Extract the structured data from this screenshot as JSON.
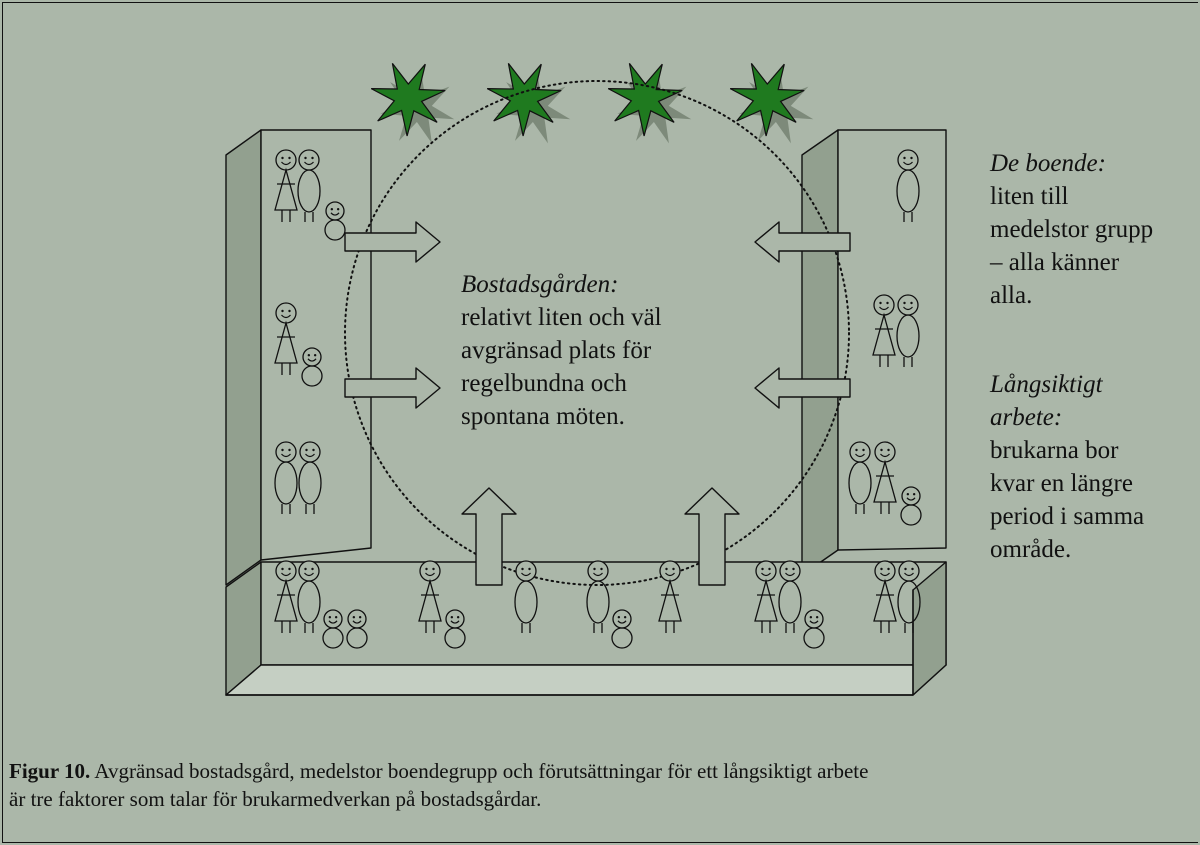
{
  "colors": {
    "background": "#abb7a9",
    "building_front": "#abb7a9",
    "building_side": "#92a08f",
    "building_top": "#c5cfc3",
    "tree_dark": "#1f7a1f",
    "tree_shadow": "#7d8a7a",
    "outline": "#111111"
  },
  "courtyard_text": {
    "heading": "Bostadsgården:",
    "lines": [
      "relativt liten och väl",
      "avgränsad plats för",
      "regelbundna och",
      "spontana möten."
    ]
  },
  "residents_text": {
    "heading": "De boende:",
    "lines": [
      "liten till",
      "medelstor grupp",
      "– alla känner",
      "alla."
    ]
  },
  "longterm_text": {
    "heading_lines": [
      "Långsiktigt",
      "arbete:"
    ],
    "lines": [
      "brukarna bor",
      "kvar en längre",
      "period i samma",
      "område."
    ]
  },
  "caption": {
    "label": "Figur 10.",
    "text_line1": " Avgränsad bostadsgård, medelstor boendegrupp och förutsättningar för ett långsiktigt arbete",
    "text_line2": "är tre faktorer som talar för brukarmedverkan på bostadsgårdar."
  },
  "icons": {
    "tree": "tree-icon",
    "person_woman": "woman-icon",
    "person_man": "man-icon",
    "person_child": "child-icon",
    "arrow": "arrow-icon"
  }
}
